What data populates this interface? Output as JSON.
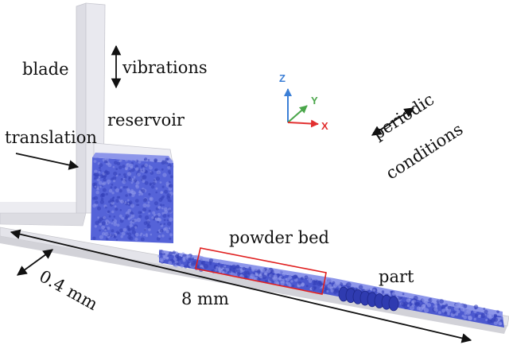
{
  "labels": {
    "blade": "blade",
    "vibrations": "vibrations",
    "reservoir": "reservoir",
    "translation": "translation",
    "periodic_line1": "periodic",
    "periodic_line2": "conditions",
    "powder_bed": "powder bed",
    "part": "part",
    "width": "0.4 mm",
    "length": "8 mm"
  },
  "axes": {
    "z": "Z",
    "y": "Y",
    "x": "X"
  },
  "colors": {
    "powder": "#5563d8",
    "powder_light": "#8d96ea",
    "powder_dark": "#3340b8",
    "part": "#2f3bb0",
    "highlight_box": "#e02020",
    "axis_z": "#3c7fd6",
    "axis_y": "#4aa64a",
    "axis_x": "#e23030",
    "surface": "#e6e6ec",
    "surface_edge": "#c2c2c8",
    "annotation": "#111111"
  }
}
